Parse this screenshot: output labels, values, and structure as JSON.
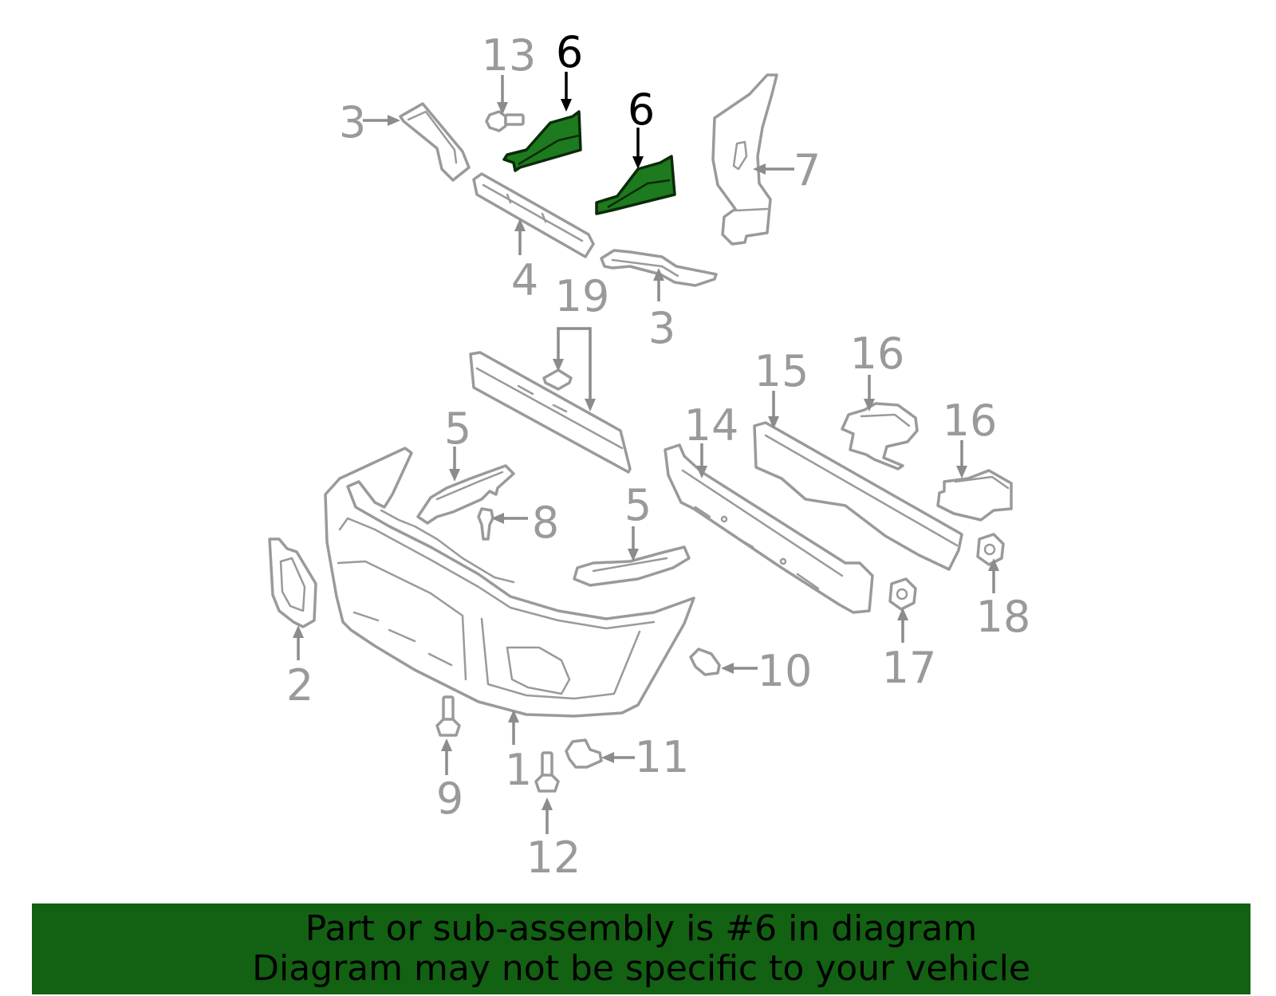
{
  "diagram": {
    "highlight_color": "#1e7a1e",
    "banner_color": "#136113",
    "callouts": {
      "c1": "1",
      "c2": "2",
      "c3a": "3",
      "c3b": "3",
      "c4": "4",
      "c5a": "5",
      "c5b": "5",
      "c6a": "6",
      "c6b": "6",
      "c7": "7",
      "c8": "8",
      "c9": "9",
      "c10": "10",
      "c11": "11",
      "c12": "12",
      "c13": "13",
      "c14": "14",
      "c15": "15",
      "c16a": "16",
      "c16b": "16",
      "c17": "17",
      "c18": "18",
      "c19": "19"
    },
    "highlighted_part": "6"
  },
  "banner": {
    "line1": "Part or sub-assembly is #6 in diagram",
    "line2": "Diagram may not be specific to your vehicle"
  }
}
